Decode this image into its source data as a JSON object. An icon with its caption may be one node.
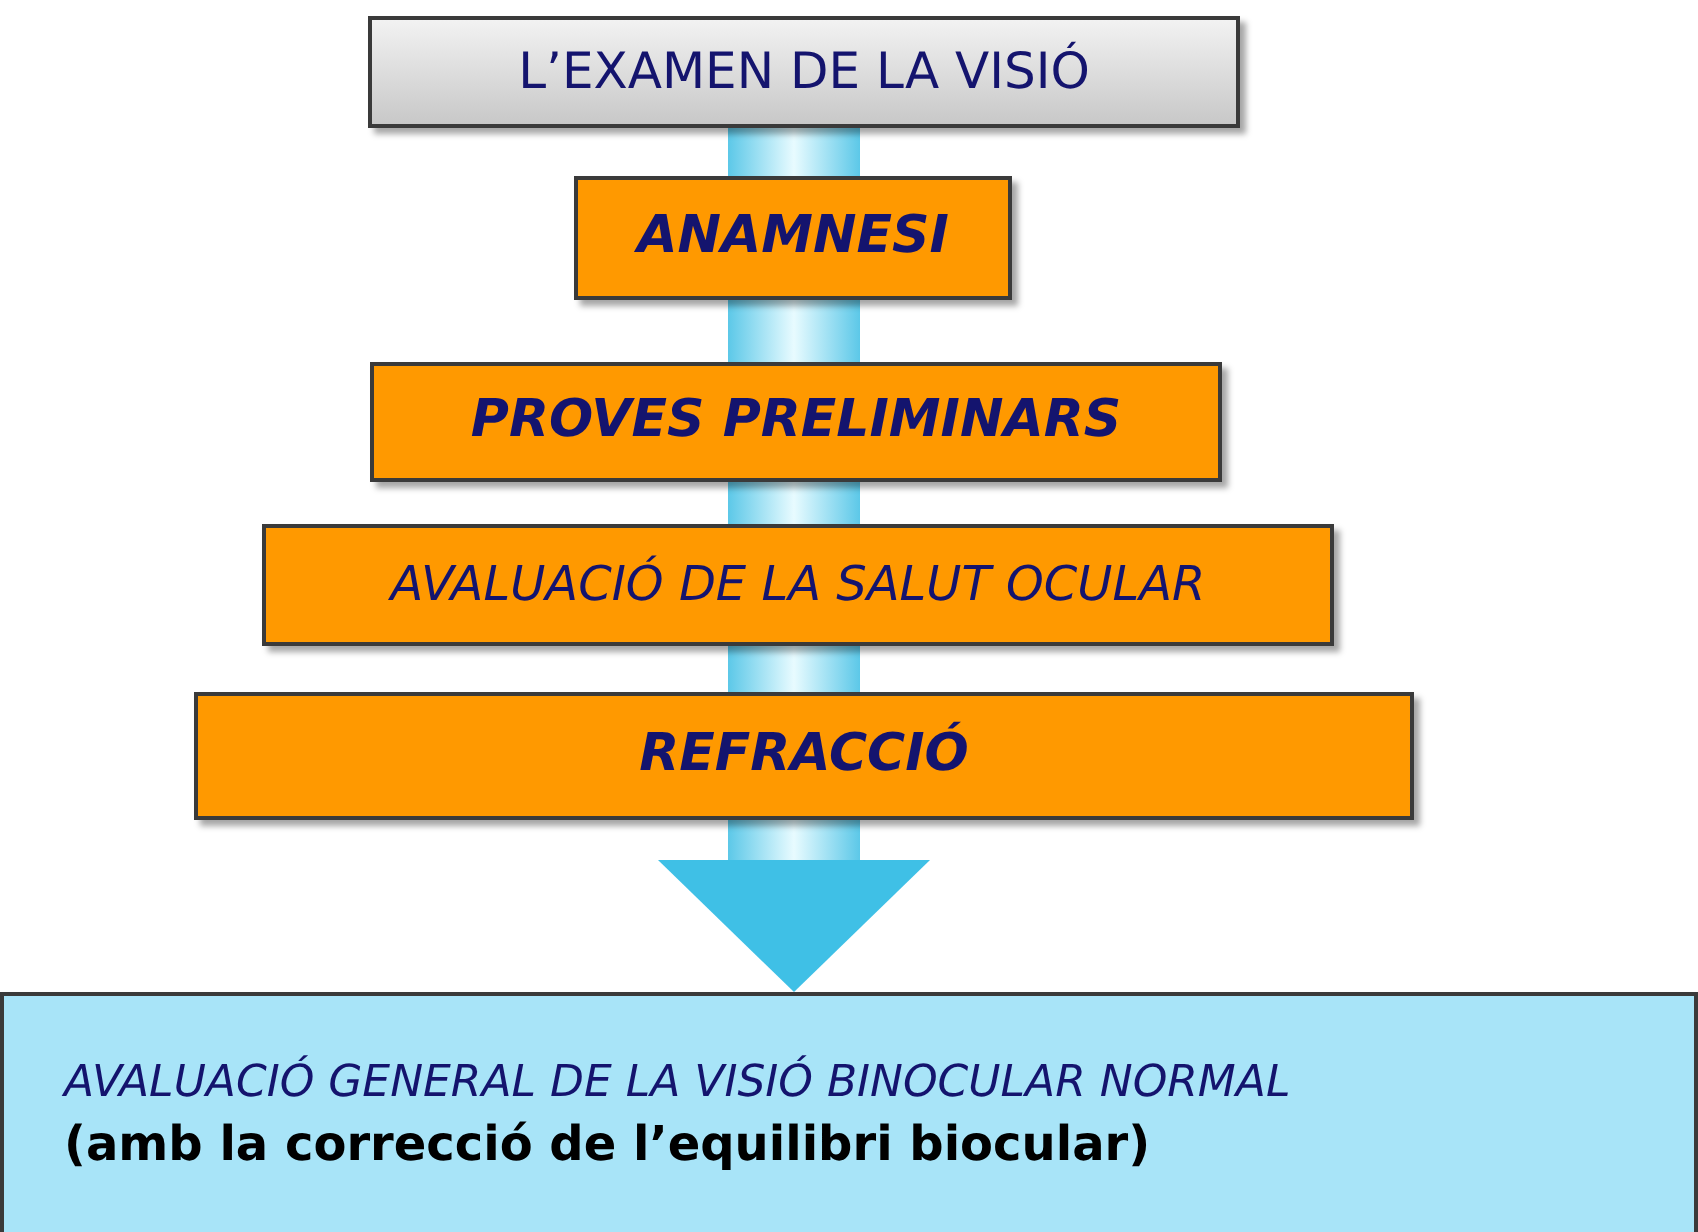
{
  "diagram": {
    "nodes": [
      {
        "text": [
          "L’EXAMEN DE LA VISIÓ"
        ]
      },
      {
        "text": [
          "ANAMNESI"
        ]
      },
      {
        "text": [
          "PROVES PRELIMINARS"
        ]
      },
      {
        "text": [
          "AVALUACIÓ DE LA SALUT OCULAR"
        ]
      },
      {
        "text": [
          "REFRACCIÓ"
        ]
      },
      {
        "text": [
          "AVALUACIÓ GENERAL DE LA VISIÓ BINOCULAR NORMAL",
          "(amb la correcció de l’equilibri biocular)"
        ]
      }
    ],
    "edges": [
      {
        "from": 0,
        "to": 1,
        "arrow": "none",
        "style": "thick"
      },
      {
        "from": 1,
        "to": 2,
        "arrow": "none",
        "style": "thick"
      },
      {
        "from": 2,
        "to": 3,
        "arrow": "none",
        "style": "thick"
      },
      {
        "from": 3,
        "to": 4,
        "arrow": "none",
        "style": "thick"
      },
      {
        "from": 4,
        "to": 5,
        "arrow": "to",
        "style": "thick"
      }
    ]
  }
}
